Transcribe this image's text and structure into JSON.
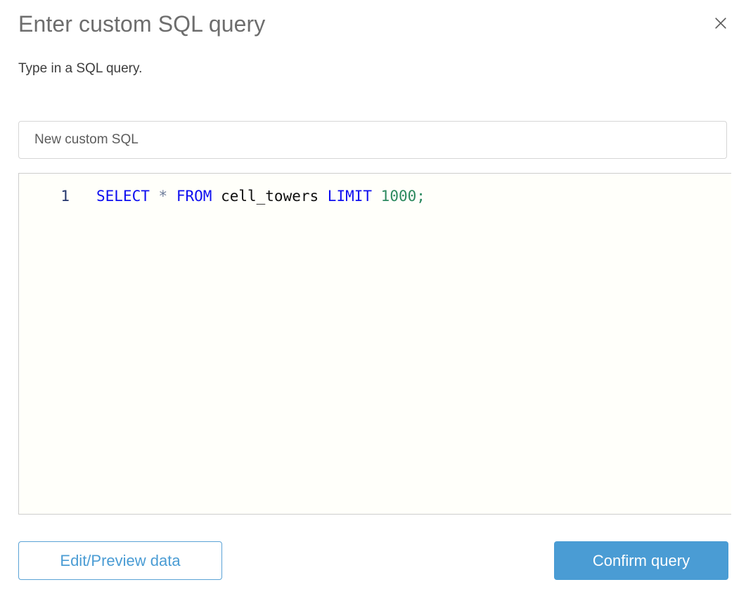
{
  "dialog": {
    "title": "Enter custom SQL query",
    "subtitle": "Type in a SQL query.",
    "close_icon": "close-icon"
  },
  "name_field": {
    "value": "New custom SQL",
    "placeholder": "New custom SQL"
  },
  "editor": {
    "line_number": "1",
    "query": "SELECT * FROM cell_towers LIMIT 1000;",
    "tokens": [
      {
        "text": "SELECT",
        "type": "keyword"
      },
      {
        "text": " ",
        "type": "space"
      },
      {
        "text": "*",
        "type": "star"
      },
      {
        "text": " ",
        "type": "space"
      },
      {
        "text": "FROM",
        "type": "keyword"
      },
      {
        "text": " ",
        "type": "space"
      },
      {
        "text": "cell_towers",
        "type": "ident"
      },
      {
        "text": " ",
        "type": "space"
      },
      {
        "text": "LIMIT",
        "type": "keyword"
      },
      {
        "text": " ",
        "type": "space"
      },
      {
        "text": "1000",
        "type": "number"
      },
      {
        "text": ";",
        "type": "punct"
      }
    ]
  },
  "footer": {
    "secondary_label": "Edit/Preview data",
    "primary_label": "Confirm query"
  },
  "colors": {
    "accent": "#4a9cd4",
    "accent_border": "#5ba3d6",
    "title_text": "#6d6d6d",
    "subtitle_text": "#3d3d3d",
    "editor_background": "#fffffa",
    "keyword": "#0d0df0",
    "number": "#2d8a60",
    "identifier": "#101010",
    "star": "#6e7d9b",
    "line_number": "#23356b"
  }
}
